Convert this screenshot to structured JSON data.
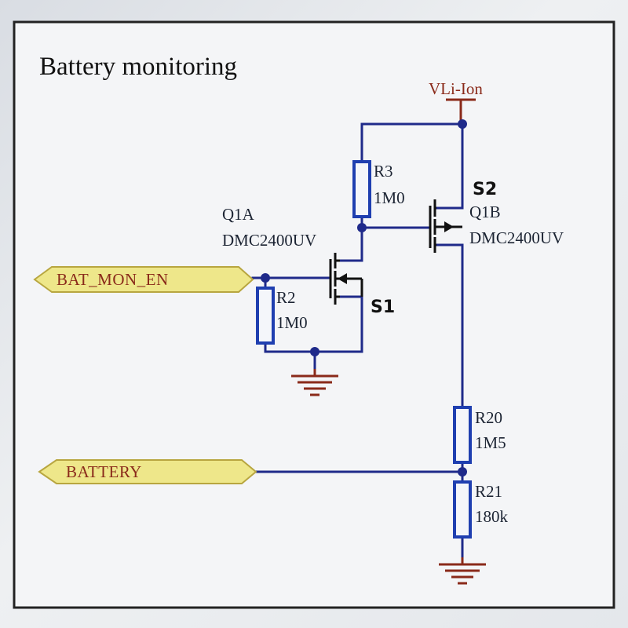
{
  "title": "Battery monitoring",
  "power": {
    "name": "VLi-Ion"
  },
  "ports": {
    "enable": "BAT_MON_EN",
    "battery": "BATTERY"
  },
  "components": {
    "r3": {
      "ref": "R3",
      "value": "1M0"
    },
    "r2": {
      "ref": "R2",
      "value": "1M0"
    },
    "r20": {
      "ref": "R20",
      "value": "1M5"
    },
    "r21": {
      "ref": "R21",
      "value": "180k"
    },
    "q1a": {
      "ref": "Q1A",
      "part": "DMC2400UV"
    },
    "q1b": {
      "ref": "Q1B",
      "part": "DMC2400UV"
    }
  },
  "annotations": {
    "s1": "S1",
    "s2": "S2"
  },
  "colors": {
    "wire": "#1f2a8a",
    "resistor": "#1f3fb0",
    "power": "#8a2a1a",
    "port_fill": "#eee78a"
  }
}
